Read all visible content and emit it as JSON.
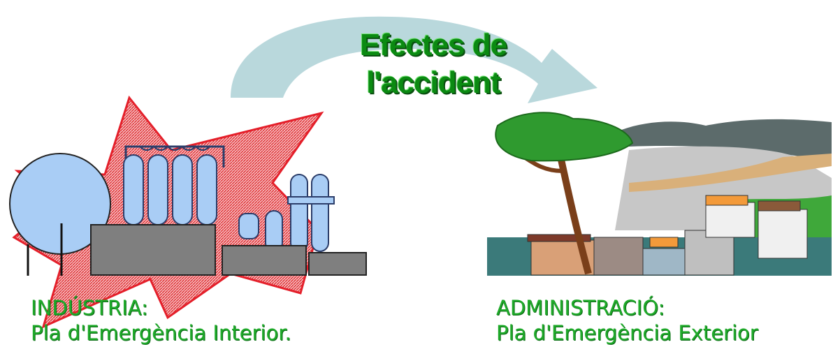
{
  "diagram": {
    "center_arrow": {
      "title_line1": "Efectes de",
      "title_line2": "l'accident"
    },
    "industry": {
      "title": "INDÚSTRIA:",
      "plan": "Pla d'Emergència Interior."
    },
    "administration": {
      "title": "ADMINISTRACIÓ:",
      "plan": "Pla d'Emergència Exterior"
    }
  },
  "colors": {
    "arrow": "#b9d8dc",
    "text_green": "#1faa2a",
    "explosion": "#e41f2a",
    "tank_blue": "#a9cdf5",
    "machinery_gray": "#7f7f7f"
  }
}
